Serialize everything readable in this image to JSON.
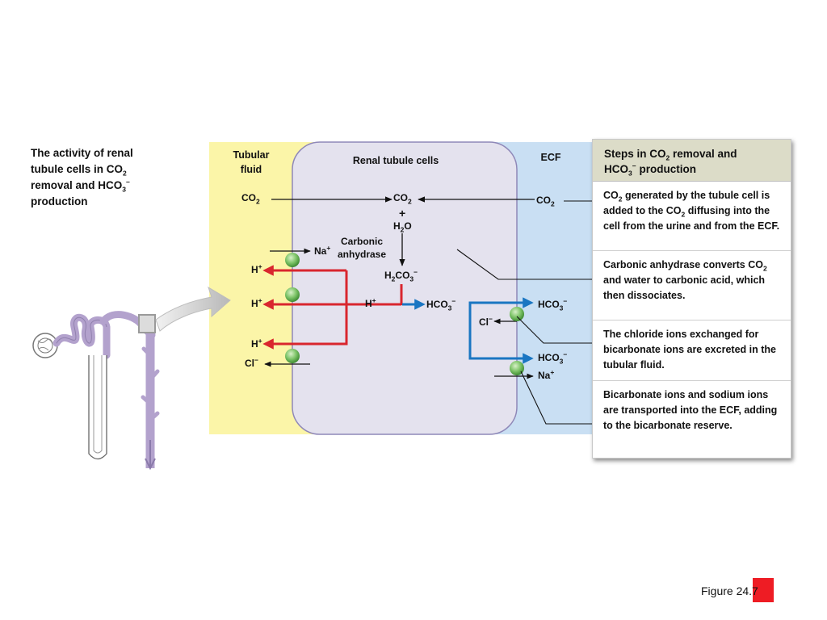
{
  "caption": {
    "line1": "The activity of renal",
    "line2_pre": "tubule cells in CO",
    "line2_sub": "2",
    "line3_pre": "removal and HCO",
    "line3_sub": "3",
    "line3_sup": "−",
    "line4": "production"
  },
  "regions": {
    "tubular_fluid_1": "Tubular",
    "tubular_fluid_2": "fluid",
    "cells": "Renal tubule cells",
    "ecf": "ECF"
  },
  "labels": {
    "co2_left": {
      "base": "CO",
      "sub": "2"
    },
    "co2_center": {
      "base": "CO",
      "sub": "2"
    },
    "co2_right": {
      "base": "CO",
      "sub": "2"
    },
    "plus": "+",
    "h2o": {
      "a": "H",
      "sub": "2",
      "b": "O"
    },
    "carbonic_1": "Carbonic",
    "carbonic_2": "anhydrase",
    "h2co3": {
      "a": "H",
      "sub1": "2",
      "b": "CO",
      "sub2": "3",
      "sup": "−"
    },
    "na_top": {
      "base": "Na",
      "sup": "+"
    },
    "h_1": {
      "base": "H",
      "sup": "+"
    },
    "h_2": {
      "base": "H",
      "sup": "+"
    },
    "h_3": {
      "base": "H",
      "sup": "+"
    },
    "h_center": {
      "base": "H",
      "sup": "+"
    },
    "cl_left": {
      "base": "Cl",
      "sup": "−"
    },
    "hco3_center": {
      "base": "HCO",
      "sub": "3",
      "sup": "−"
    },
    "hco3_right1": {
      "base": "HCO",
      "sub": "3",
      "sup": "−"
    },
    "cl_right": {
      "base": "Cl",
      "sup": "−"
    },
    "hco3_right2": {
      "base": "HCO",
      "sub": "3",
      "sup": "−"
    },
    "na_right": {
      "base": "Na",
      "sup": "+"
    }
  },
  "steps": {
    "title_a": "Steps in CO",
    "title_sub": "2",
    "title_b": " removal and",
    "title_c": "HCO",
    "title_c_sub": "3",
    "title_c_sup": "−",
    "title_d": " production",
    "s1_a": "CO",
    "s1_sub": "2",
    "s1_b": " generated by the tubule cell is added to the CO",
    "s1_sub2": "2",
    "s1_c": " diffusing into the cell from the urine and from the ECF.",
    "s2_a": "Carbonic anhydrase converts CO",
    "s2_sub": "2",
    "s2_b": " and water to carbonic acid, which then dissociates.",
    "s3": "The chloride ions exchanged for bicarbonate ions are excreted in the tubular fluid.",
    "s4": "Bicarbonate ions and sodium ions are transported into the ECF, adding to the bicarbonate reserve."
  },
  "figure_label": "Figure 24.7",
  "colors": {
    "tubular_fluid": "#fbf5a8",
    "cell": "#e4e2ee",
    "cell_border": "#8f88b8",
    "ecf": "#c9dff3",
    "red_arrow": "#d9262e",
    "blue_arrow": "#1a76c2",
    "carrier": "#7fc56a",
    "nephron": "#b3a2cd"
  }
}
